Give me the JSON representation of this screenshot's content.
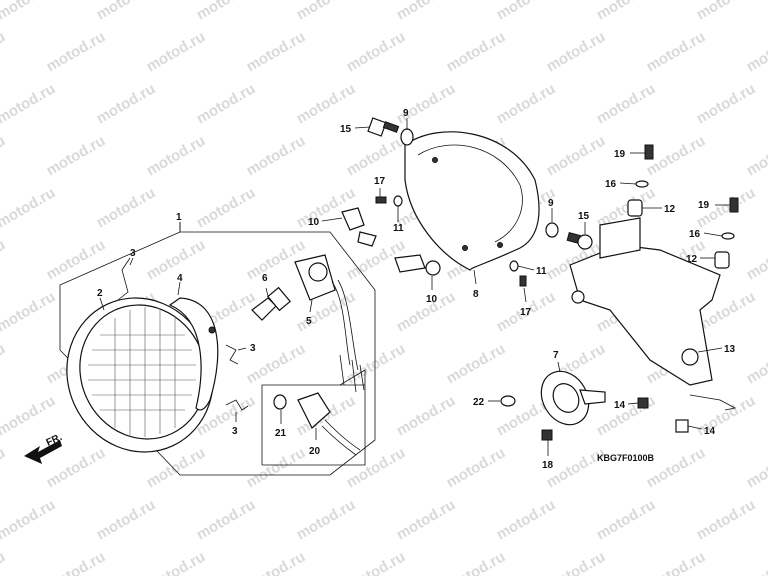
{
  "watermark": "motod.ru",
  "diagram_code": "KBG7F0100B",
  "direction_label": "FR.",
  "callouts": {
    "c1": "1",
    "c2": "2",
    "c3a": "3",
    "c3b": "3",
    "c3c": "3",
    "c4": "4",
    "c5": "5",
    "c6": "6",
    "c7": "7",
    "c8": "8",
    "c9a": "9",
    "c9b": "9",
    "c10a": "10",
    "c10b": "10",
    "c11a": "11",
    "c11b": "11",
    "c12a": "12",
    "c12b": "12",
    "c13": "13",
    "c14a": "14",
    "c14b": "14",
    "c15a": "15",
    "c15b": "15",
    "c16a": "16",
    "c16b": "16",
    "c17a": "17",
    "c17b": "17",
    "c18": "18",
    "c19a": "19",
    "c19b": "19",
    "c20": "20",
    "c21": "21",
    "c22": "22"
  }
}
